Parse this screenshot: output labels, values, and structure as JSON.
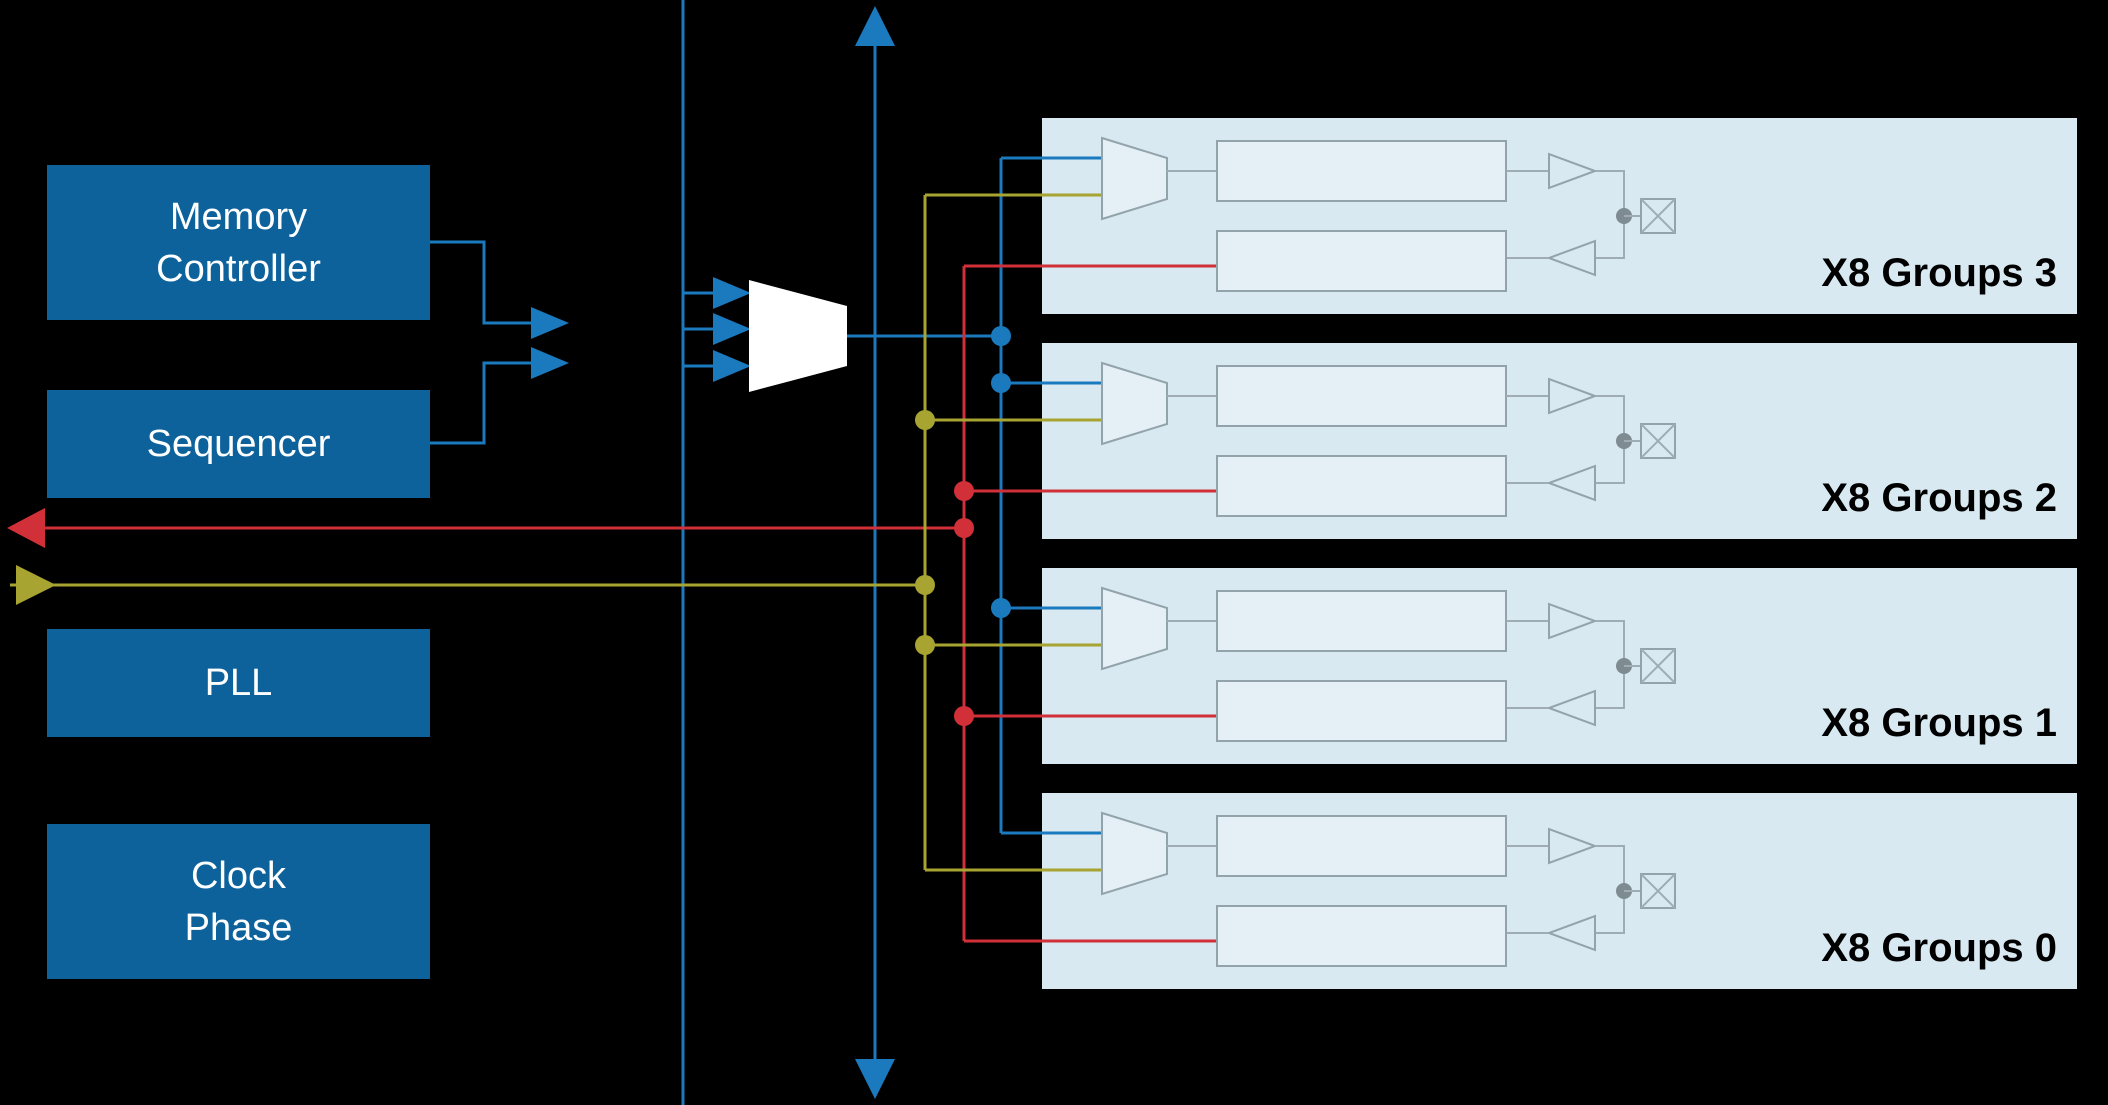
{
  "blocks": {
    "memory_controller": {
      "label": "Memory\nController"
    },
    "sequencer": {
      "label": "Sequencer"
    },
    "pll": {
      "label": "PLL"
    },
    "clock_phase": {
      "label": "Clock\nPhase"
    }
  },
  "groups": [
    {
      "label": "X8 Groups 3"
    },
    {
      "label": "X8 Groups 2"
    },
    {
      "label": "X8 Groups 1"
    },
    {
      "label": "X8 Groups 0"
    }
  ],
  "colors": {
    "background": "#000000",
    "block_fill": "#0D629B",
    "block_text": "#FFFFFF",
    "blue_signal": "#1B79BE",
    "red_signal": "#D13038",
    "olive_signal": "#A8A431",
    "panel_fill": "#D8E9F1",
    "inner_shape_fill": "#E4F0F6",
    "inner_shape_stroke": "#93A3AB",
    "gray_connector": "#9FACB3",
    "junction_dot_gray": "#7E8B91",
    "mux_fill": "#FFFFFF",
    "group_label_text": "#000000"
  }
}
